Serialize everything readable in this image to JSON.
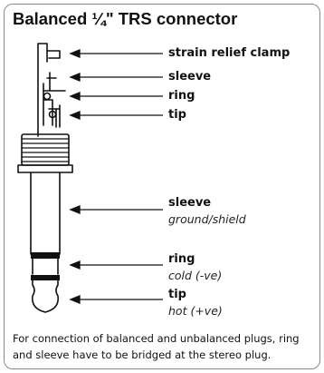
{
  "title": "Balanced ¼\" TRS connector",
  "labels": {
    "strain_relief_clamp": "strain relief clamp",
    "sleeve_top": "sleeve",
    "ring_top": "ring",
    "tip_top": "tip",
    "sleeve_plug": "sleeve",
    "sleeve_plug_sub": "ground/shield",
    "ring_plug": "ring",
    "ring_plug_sub": "cold (-ve)",
    "tip_plug": "tip",
    "tip_plug_sub": "hot (+ve)"
  },
  "note": "For connection of balanced and unbalanced plugs, ring and sleeve have to be bridged at the stereo plug.",
  "colors": {
    "line": "#111111",
    "border": "#8a8a8a",
    "background": "#ffffff"
  }
}
